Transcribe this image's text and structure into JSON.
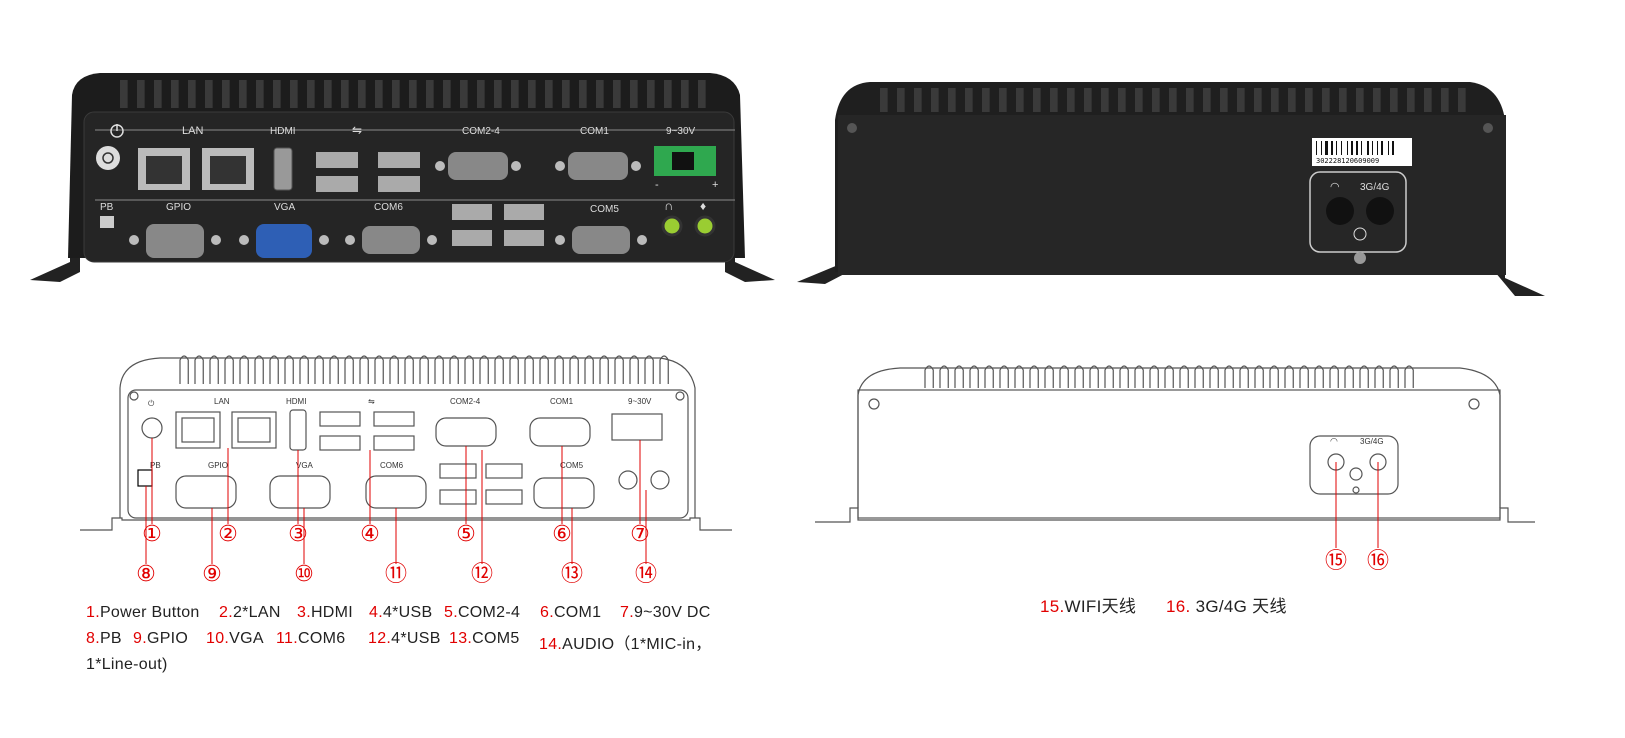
{
  "front_photo": {
    "panel_labels": {
      "power": "",
      "lan": "LAN",
      "hdmi": "HDMI",
      "com24": "COM2-4",
      "com1": "COM1",
      "dc": "9~30V",
      "pb": "PB",
      "gpio": "GPIO",
      "vga": "VGA",
      "com6": "COM6",
      "com5": "COM5",
      "dc_minus": "-",
      "dc_plus": "+"
    }
  },
  "rear_photo": {
    "serial": "302228120609009",
    "antenna_label": "3G/4G"
  },
  "front_drawing": {
    "panel_labels": {
      "lan": "LAN",
      "hdmi": "HDMI",
      "com24": "COM2-4",
      "com1": "COM1",
      "dc": "9~30V",
      "pb": "PB",
      "gpio": "GPIO",
      "vga": "VGA",
      "com6": "COM6",
      "com5": "COM5"
    },
    "callouts_top": [
      "①",
      "②",
      "③",
      "④",
      "⑤",
      "⑥",
      "⑦"
    ],
    "callouts_bottom": [
      "⑧",
      "⑨",
      "⑩",
      "⑪",
      "⑫",
      "⑬",
      "⑭"
    ]
  },
  "rear_drawing": {
    "antenna_label": "3G/4G",
    "callouts": [
      "⑮",
      "⑯"
    ]
  },
  "legend_front": [
    {
      "num": "1.",
      "text": "Power Button"
    },
    {
      "num": "2.",
      "text": "2*LAN"
    },
    {
      "num": "3.",
      "text": "HDMI"
    },
    {
      "num": "4.",
      "text": "4*USB"
    },
    {
      "num": "5.",
      "text": "COM2-4"
    },
    {
      "num": "6.",
      "text": "COM1"
    },
    {
      "num": "7.",
      "text": "9~30V DC"
    },
    {
      "num": "8.",
      "text": "PB"
    },
    {
      "num": "9.",
      "text": "GPIO"
    },
    {
      "num": "10.",
      "text": "VGA"
    },
    {
      "num": "11.",
      "text": "COM6"
    },
    {
      "num": "12.",
      "text": "4*USB"
    },
    {
      "num": "13.",
      "text": "COM5"
    },
    {
      "num": "14.",
      "text": "AUDIO（1*MIC-in，"
    },
    {
      "num": "",
      "text": "1*Line-out)"
    }
  ],
  "legend_rear": [
    {
      "num": "15.",
      "text": "WIFI天线"
    },
    {
      "num": "16.",
      "text": " 3G/4G 天线"
    }
  ],
  "colors": {
    "accent": "#e10000",
    "chassis": "#1e1e1e",
    "panel": "#2a2a2a",
    "vga_blue": "#2e5fb5",
    "terminal_green": "#2fa84f",
    "audio_green": "#9acd32",
    "line": "#555555"
  }
}
